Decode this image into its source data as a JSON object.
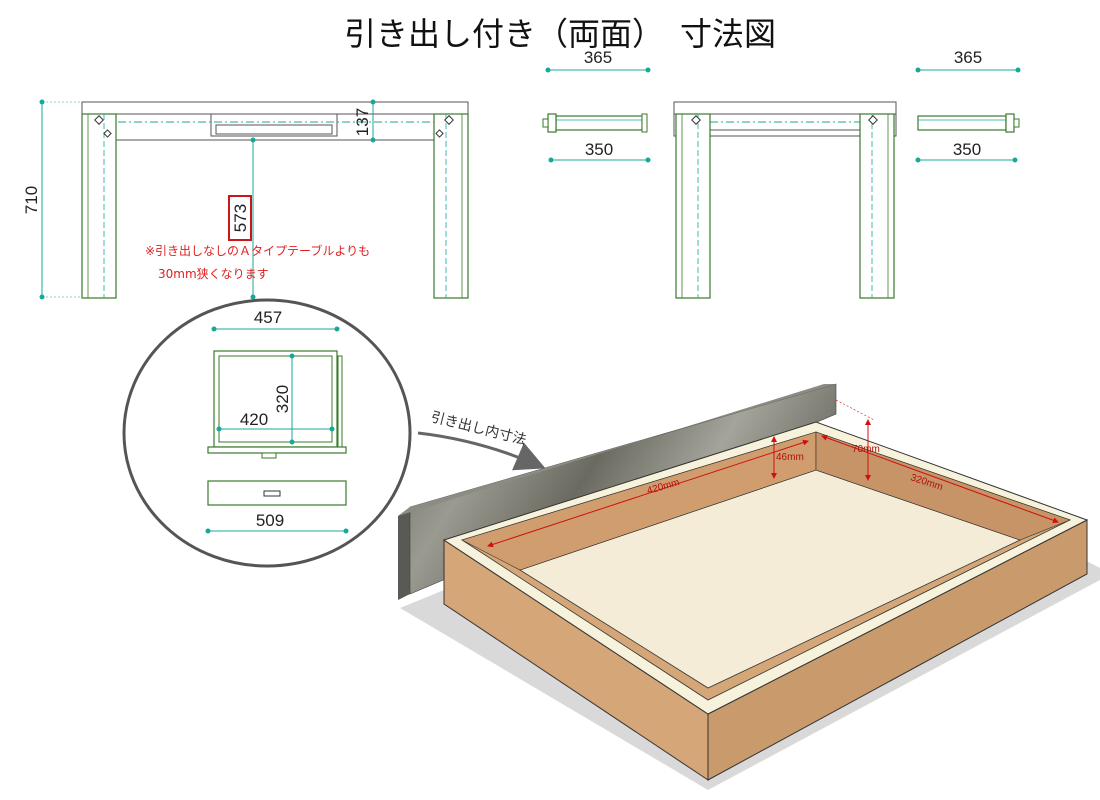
{
  "title": "引き出し付き（両面）　寸法図",
  "colors": {
    "leg_outline": "#3a7a2a",
    "dimension_line": "#18a898",
    "note_text": "#e02020",
    "callout_box": "#c81818",
    "wood_side": "#d4a678",
    "wood_top": "#f7f2dc",
    "drawer_bottom": "#f4ecd6",
    "front_panel": "#8a8a80"
  },
  "front_view": {
    "height_label": "710",
    "drawer_height_label": "137",
    "clearance_label": "573",
    "note_line1": "※引き出しなしのＡタイプテーブルよりも",
    "note_line2": "30mm狭くなります"
  },
  "side_view": {
    "top_width_label": "365",
    "bottom_width_label": "350"
  },
  "side_view_right": {
    "top_width_label": "365",
    "bottom_width_label": "350"
  },
  "drawer_plan": {
    "outer_width_label": "457",
    "inner_depth_label": "320",
    "inner_width_label": "420",
    "front_width_label": "509"
  },
  "callout_label": "引き出し内寸法",
  "drawer_3d": {
    "length_label": "420mm",
    "inner_height_label": "46mm",
    "outer_height_label": "70mm",
    "depth_label": "320mm"
  }
}
